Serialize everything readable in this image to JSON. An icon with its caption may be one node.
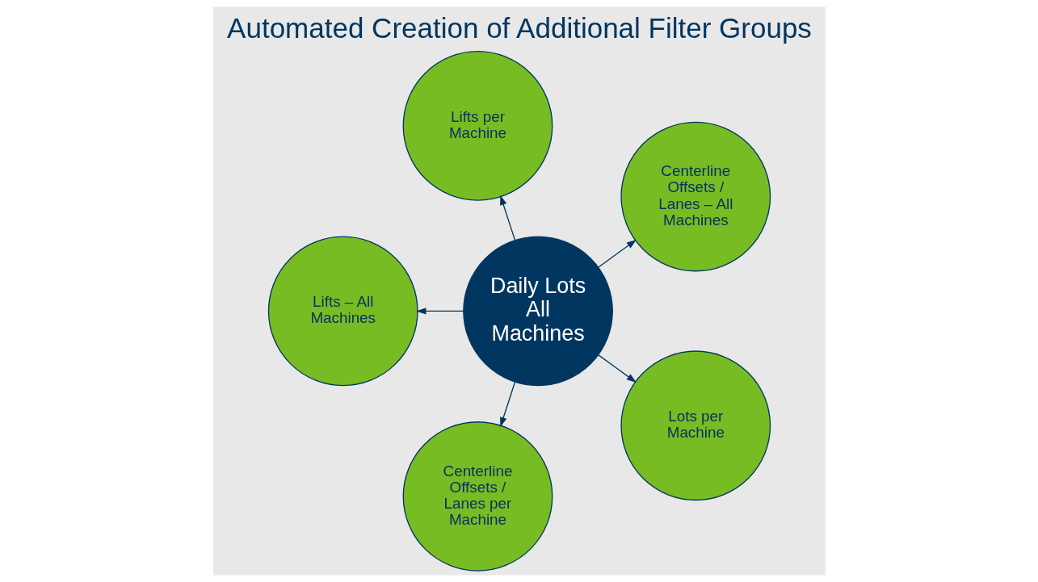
{
  "diagram": {
    "title": "Automated Creation of Additional Filter Groups",
    "nodes": [
      {
        "text": [
          "Centerline Offsets / Lanes – All Machines"
        ]
      },
      {
        "text": [
          "Lifts per Machine"
        ]
      },
      {
        "text": [
          "Daily Lots All Machines"
        ]
      },
      {
        "text": [
          "Lifts – All Machines"
        ]
      },
      {
        "text": [
          "Centerline Offsets / Lanes per Machine"
        ]
      },
      {
        "text": [
          "Lots per Machine"
        ]
      }
    ],
    "edges": [
      {
        "from": 2,
        "to": 0,
        "arrow": "to"
      },
      {
        "from": 2,
        "to": 1,
        "arrow": "to"
      },
      {
        "from": 2,
        "to": 3,
        "arrow": "to"
      },
      {
        "from": 2,
        "to": 4,
        "arrow": "to"
      },
      {
        "from": 2,
        "to": 5,
        "arrow": "to"
      }
    ]
  }
}
